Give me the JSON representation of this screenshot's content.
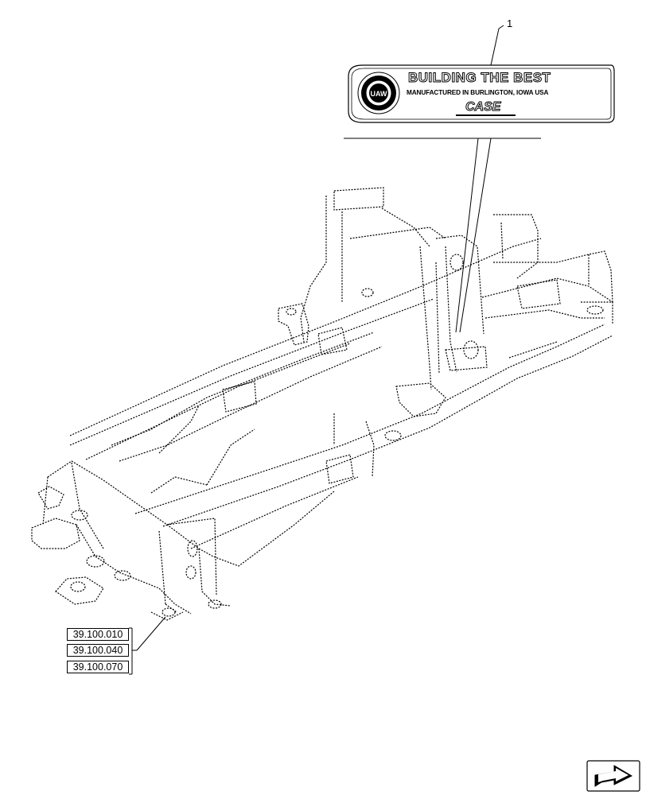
{
  "callout": {
    "number": "1"
  },
  "decal": {
    "line1": "BUILDING THE BEST",
    "line2": "MANUFACTURED IN BURLINGTON, IOWA USA",
    "line3": "CASE",
    "seal_text": "UAW"
  },
  "references": [
    "39.100.010",
    "39.100.040",
    "39.100.070"
  ],
  "navigation": {
    "icon": "next-page-arrow-icon"
  }
}
